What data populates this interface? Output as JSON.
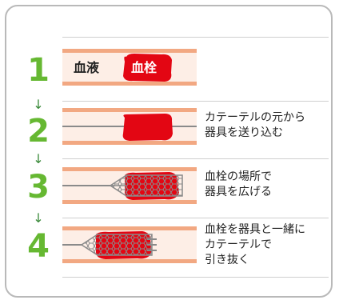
{
  "steps": [
    {
      "number": "1",
      "labels": {
        "blood": "血液",
        "clot": "血栓"
      }
    },
    {
      "number": "2",
      "text": "カテーテルの元から\n器具を送り込む"
    },
    {
      "number": "3",
      "text": "血栓の場所で\n器具を広げる"
    },
    {
      "number": "4",
      "text": "血栓を器具と一緒に\nカテーテルで\n引き抜く"
    }
  ],
  "arrow_glyph": "↓",
  "colors": {
    "number_green": "#66b832",
    "arrow_green": "#3a8a3a",
    "vessel_wall": "#f2a882",
    "vessel_fill": "#fdeee6",
    "clot_red": "#e30613",
    "device_gray": "#8a8a8a",
    "card_border": "#b9b9b9"
  }
}
